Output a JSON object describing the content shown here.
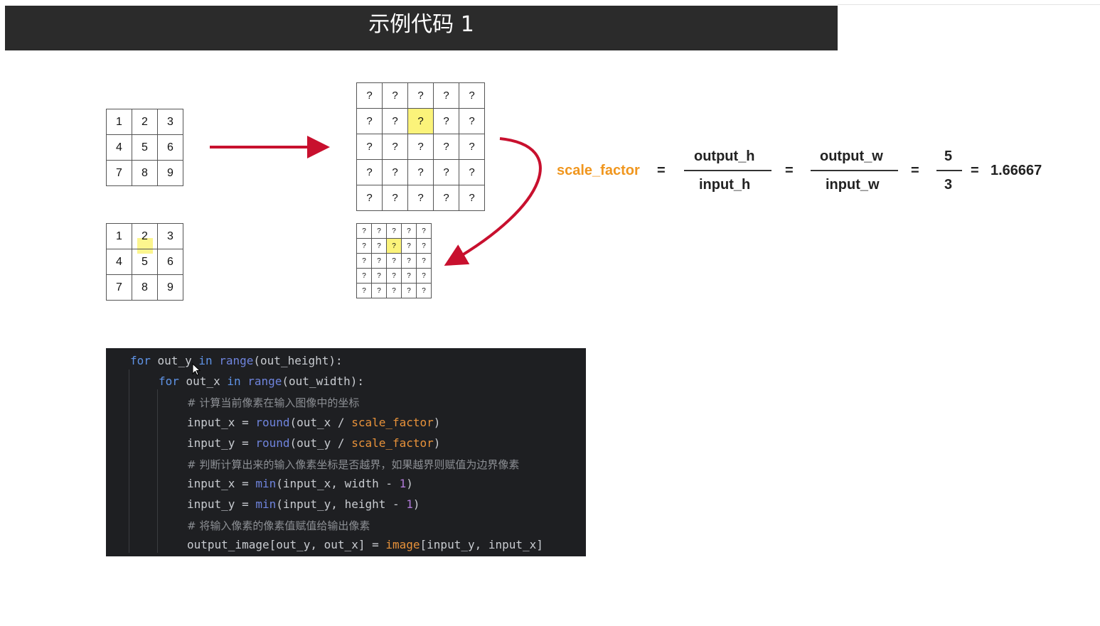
{
  "title": "示例代码 1",
  "input_grid": [
    [
      "1",
      "2",
      "3"
    ],
    [
      "4",
      "5",
      "6"
    ],
    [
      "7",
      "8",
      "9"
    ]
  ],
  "output_grid": [
    [
      "?",
      "?",
      "?",
      "?",
      "?"
    ],
    [
      "?",
      "?",
      "?",
      "?",
      "?"
    ],
    [
      "?",
      "?",
      "?",
      "?",
      "?"
    ],
    [
      "?",
      "?",
      "?",
      "?",
      "?"
    ],
    [
      "?",
      "?",
      "?",
      "?",
      "?"
    ]
  ],
  "highlight": {
    "output_row": 1,
    "output_col": 2,
    "input_row": 0,
    "input_col": 1
  },
  "formula": {
    "lhs": "scale_factor",
    "eq": "=",
    "frac1": {
      "num": "output_h",
      "den": "input_h"
    },
    "frac2": {
      "num": "output_w",
      "den": "input_w"
    },
    "frac3": {
      "num": "5",
      "den": "3"
    },
    "result": "1.66667"
  },
  "code": {
    "l1": {
      "kw1": "for",
      "t1": " out_y ",
      "kw2": "in",
      "fn": " range",
      "t2": "(out_height):"
    },
    "l2": {
      "kw1": "for",
      "t1": " out_x ",
      "kw2": "in",
      "fn": " range",
      "t2": "(out_width):"
    },
    "l3": "# 计算当前像素在输入图像中的坐标",
    "l4": {
      "a": "input_x = ",
      "fn": "round",
      "b": "(out_x / ",
      "g": "scale_factor",
      "c": ")"
    },
    "l5": {
      "a": "input_y = ",
      "fn": "round",
      "b": "(out_y / ",
      "g": "scale_factor",
      "c": ")"
    },
    "l6": "# 判断计算出来的输入像素坐标是否越界，如果越界则赋值为边界像素",
    "l7": {
      "a": "input_x = ",
      "fn": "min",
      "b": "(input_x, width - ",
      "n": "1",
      "c": ")"
    },
    "l8": {
      "a": "input_y = ",
      "fn": "min",
      "b": "(input_y, height - ",
      "n": "1",
      "c": ")"
    },
    "l9": "# 将输入像素的像素值赋值给输出像素",
    "l10": {
      "a": "output_image[out_y, out_x] = ",
      "g": "image",
      "b": "[input_y, input_x]"
    }
  },
  "colors": {
    "accent_red": "#c8102e",
    "highlight": "#fbf37a",
    "orange": "#f0961e"
  }
}
